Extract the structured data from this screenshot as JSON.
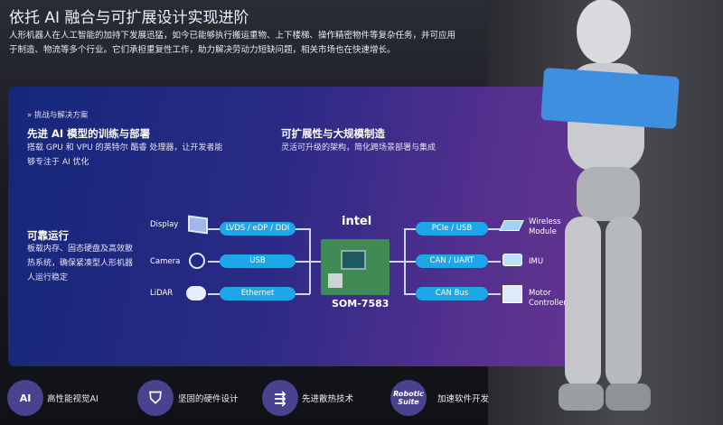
{
  "title": "依托 AI 融合与可扩展设计实现进阶",
  "intro": "人形机器人在人工智能的加持下发展迅猛，如今已能够执行搬运重物、上下楼梯、操作精密物件等复杂任务，并可应用于制造、物流等多个行业。它们承担重复性工作，助力解决劳动力短缺问题，相关市场也在快速增长。",
  "panel": {
    "crumb": "» 挑战与解决方案",
    "s1": {
      "title": "先进 AI 模型的训练与部署",
      "body": "搭载 GPU 和 VPU 的英特尔 酷睿 处理器，让开发者能够专注于 AI 优化"
    },
    "s2": {
      "title": "可扩展性与大规模制造",
      "body": "灵活可升级的架构，简化跨场景部署与集成"
    },
    "s3": {
      "title": "可靠运行",
      "body": "板载内存、固态硬盘及高效散热系统，确保紧凑型人形机器人运行稳定"
    },
    "diagram": {
      "brand": "intel",
      "module": "SOM-7583",
      "left": [
        {
          "device": "Display",
          "bus": "LVDS / eDP / DDI"
        },
        {
          "device": "Camera",
          "bus": "USB"
        },
        {
          "device": "LiDAR",
          "bus": "Ethernet"
        }
      ],
      "right": [
        {
          "device": "Wireless Module",
          "bus": "PCIe / USB"
        },
        {
          "device": "IMU",
          "bus": "CAN / UART"
        },
        {
          "device": "Motor Controller",
          "bus": "CAN Bus"
        }
      ]
    }
  },
  "features": [
    {
      "icon": "AI",
      "label": "高性能视觉AI"
    },
    {
      "icon": "shield",
      "label": "坚固的硬件设计"
    },
    {
      "icon": "circuit",
      "label": "先进散热技术"
    },
    {
      "icon": "Robotic Suite",
      "label": "加速软件开发"
    }
  ],
  "colors": {
    "pill": "#1ea7e8",
    "panel_start": "#15277a",
    "panel_end": "#63358f"
  }
}
